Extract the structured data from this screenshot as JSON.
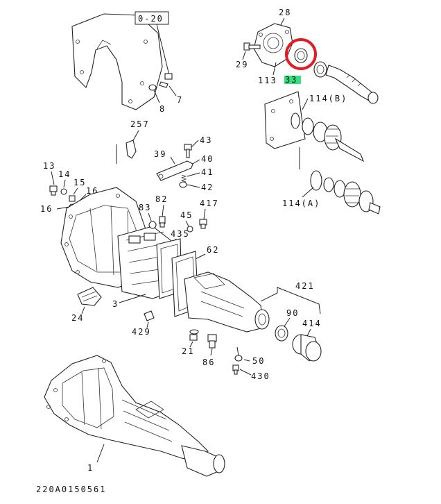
{
  "diagram": {
    "footer_code": "220A0150561",
    "callouts": {
      "c0_20": "0-20",
      "c28": "28",
      "c29": "29",
      "c113": "113",
      "c33": "33",
      "c7": "7",
      "c8": "8",
      "c114b": "114(B)",
      "c114a": "114(A)",
      "c257": "257",
      "c43": "43",
      "c39": "39",
      "c40": "40",
      "c41": "41",
      "c42": "42",
      "c13": "13",
      "c14": "14",
      "c15": "15",
      "c16a": "16",
      "c16b": "16",
      "c83": "83",
      "c82": "82",
      "c45": "45",
      "c417": "417",
      "c435": "435",
      "c62": "62",
      "c421": "421",
      "c24": "24",
      "c3": "3",
      "c429": "429",
      "c90": "90",
      "c414": "414",
      "c21": "21",
      "c86": "86",
      "c50": "50",
      "c430": "430",
      "c1": "1"
    },
    "colors": {
      "highlight_circle": "#e31b23",
      "highlight_label_bg": "#31e37a"
    }
  }
}
